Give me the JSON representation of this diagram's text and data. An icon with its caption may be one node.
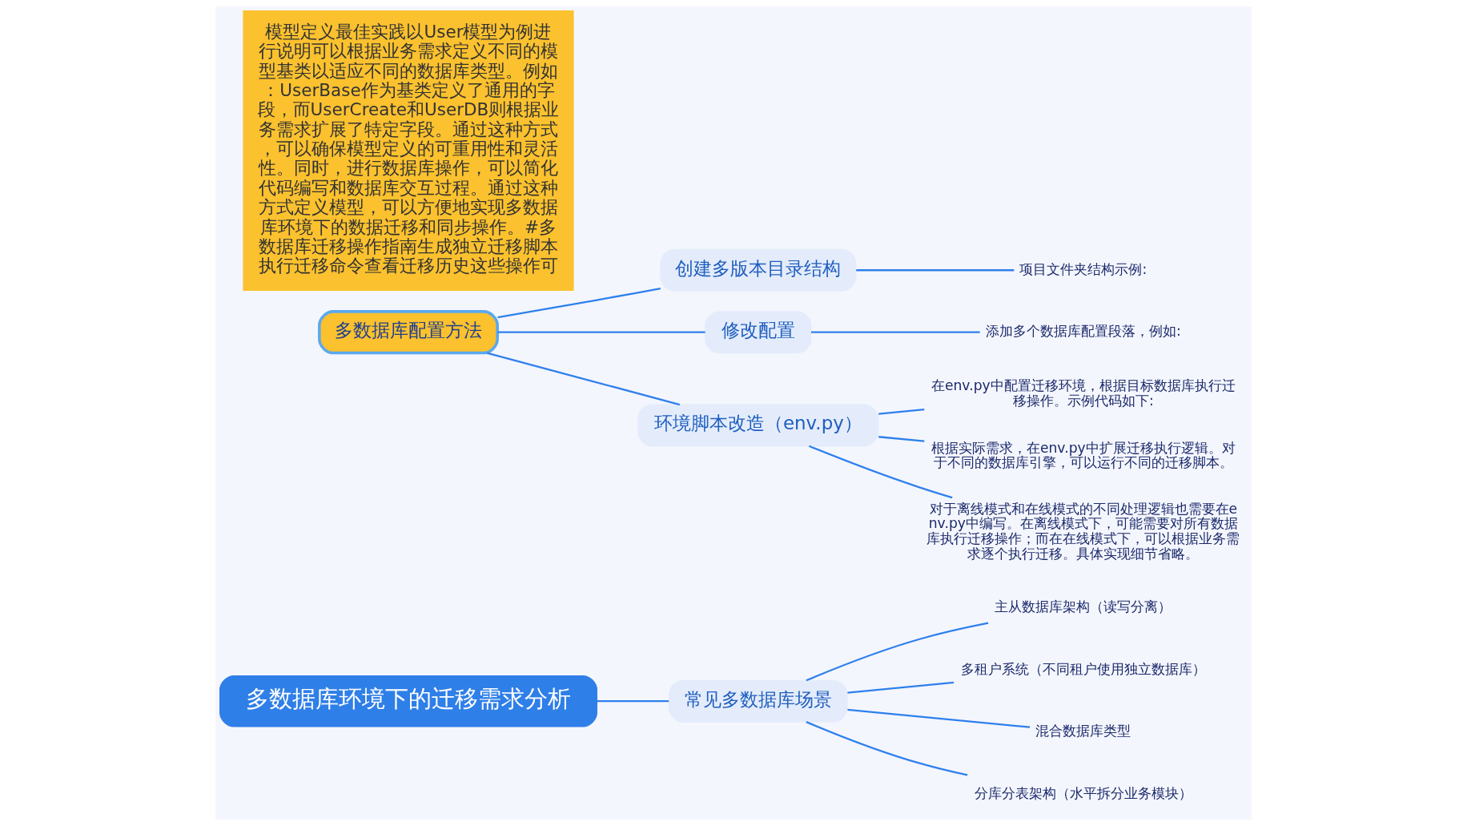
{
  "diagram": {
    "nodes": [
      {
        "text": [
          "多数据库环境下的迁移需求分析"
        ]
      },
      {
        "text": [
          "常见多数据库场景"
        ]
      },
      {
        "text": [
          "主从数据库架构（读写分离）"
        ]
      },
      {
        "text": [
          "多租户系统（不同租户使用独立数据库）"
        ]
      },
      {
        "text": [
          "混合数据库类型"
        ]
      },
      {
        "text": [
          "分库分表架构（水平拆分业务模块）"
        ]
      },
      {
        "text": [
          "多数据库配置方法"
        ]
      },
      {
        "text": [
          "创建多版本目录结构"
        ]
      },
      {
        "text": [
          "项目文件夹结构示例:"
        ]
      },
      {
        "text": [
          "修改配置"
        ]
      },
      {
        "text": [
          "添加多个数据库配置段落，例如:"
        ]
      },
      {
        "text": [
          "环境脚本改造（env.py）"
        ]
      },
      {
        "text": [
          "在env.py中配置迁移环境，根据目标数据库执行迁移操作。示例代码如下:"
        ]
      },
      {
        "text": [
          "根据实际需求，在env.py中扩展迁移执行逻辑。对于不同的数据库引擎，可以运行不同的迁移脚本。"
        ]
      },
      {
        "text": [
          "对于离线模式和在线模式的不同处理逻辑也需要在env.py中编写。在离线模式下，可能需要对所有数据库执行迁移操作；而在在线模式下，可以根据业务需求逐个执行迁移。具体实现细节省略。"
        ]
      },
      {
        "text": [
          "模型定义最佳实践以User模型为例进行说明可以根据业务需求定义不同的模型基类以适应不同的数据库类型。例如：UserBase作为基类定义了通用的字段，而UserCreate和UserDB则根据业务需求扩展了特定字段。通过这种方式，可以确保模型定义的可重用性和灵活性。同时，进行数据库操作，可以简化代码编写和数据库交互过程。通过这种方式定义模型，可以方便地实现多数据库环境下的数据迁移和同步操作。#多数据库迁移操作指南生成独立迁移脚本执行迁移命令查看迁移历史这些操作可"
        ]
      }
    ],
    "edges": [
      {
        "from": 0,
        "to": 1,
        "arrow": "none"
      },
      {
        "from": 1,
        "to": 2,
        "arrow": "none"
      },
      {
        "from": 1,
        "to": 3,
        "arrow": "none"
      },
      {
        "from": 1,
        "to": 4,
        "arrow": "none"
      },
      {
        "from": 1,
        "to": 5,
        "arrow": "none"
      },
      {
        "from": 6,
        "to": 7,
        "arrow": "none"
      },
      {
        "from": 6,
        "to": 9,
        "arrow": "none"
      },
      {
        "from": 6,
        "to": 11,
        "arrow": "none"
      },
      {
        "from": 7,
        "to": 8,
        "arrow": "none"
      },
      {
        "from": 9,
        "to": 10,
        "arrow": "none"
      },
      {
        "from": 11,
        "to": 12,
        "arrow": "none"
      },
      {
        "from": 11,
        "to": 13,
        "arrow": "none"
      },
      {
        "from": 11,
        "to": 14,
        "arrow": "none"
      }
    ]
  }
}
